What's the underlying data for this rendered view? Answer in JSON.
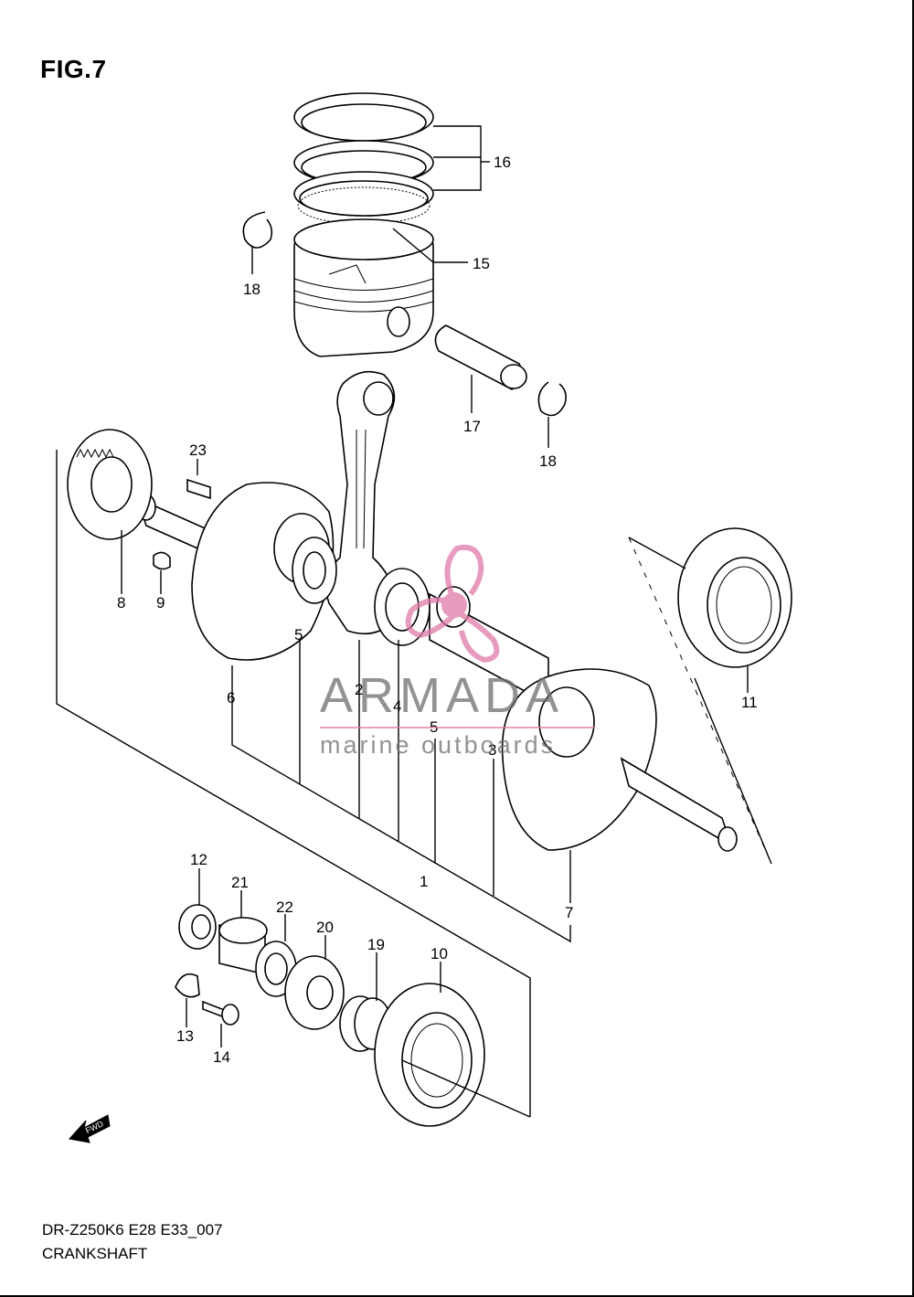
{
  "figure_title": "FIG.7",
  "callouts": {
    "c1": "1",
    "c2": "2",
    "c3": "3",
    "c4": "4",
    "c5a": "5",
    "c5b": "5",
    "c6": "6",
    "c7": "7",
    "c8": "8",
    "c9": "9",
    "c10": "10",
    "c11": "11",
    "c12": "12",
    "c13": "13",
    "c14": "14",
    "c15": "15",
    "c16": "16",
    "c17": "17",
    "c18a": "18",
    "c18b": "18",
    "c19": "19",
    "c20": "20",
    "c21": "21",
    "c22": "22",
    "c23": "23"
  },
  "fwd_label": "FWD",
  "watermark": {
    "brand": "ARMADA",
    "tagline": "marine outboards",
    "accent_color": "#e07aa8"
  },
  "footer": {
    "model_code": "DR-Z250K6 E28 E33_007",
    "section_name": "CRANKSHAFT"
  }
}
